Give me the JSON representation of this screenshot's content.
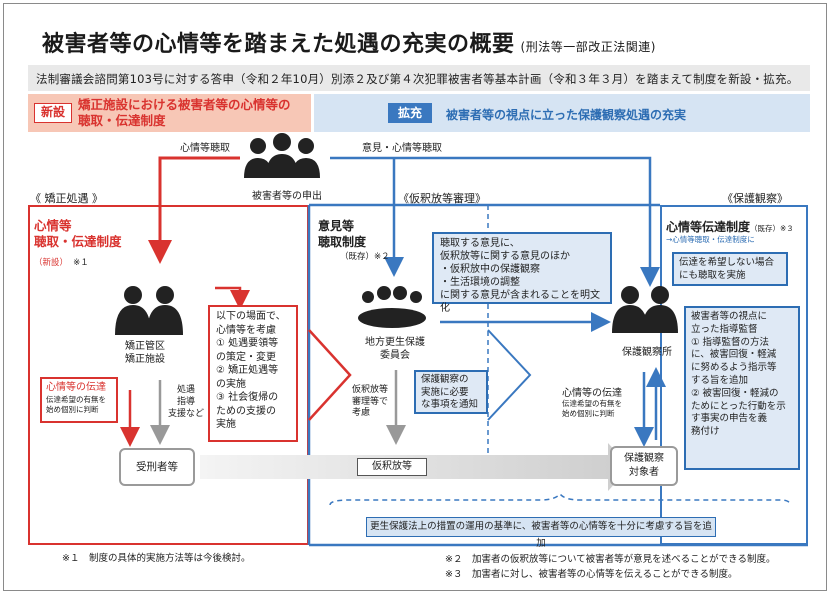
{
  "title": {
    "main": "被害者等の心情等を踏まえた処遇の充実の概要",
    "sub": "(刑法等一部改正法関連)"
  },
  "basis": "法制審議会諮問第103号に対する答申（令和２年10月）別添２及び第４次犯罪被害者等基本計画（令和３年３月）を踏まえて制度を新設・拡充。",
  "new": {
    "tag": "新設",
    "text1": "矯正施設における被害者等の心情等の",
    "text2": "聴取・伝達制度"
  },
  "expand": {
    "tag": "拡充",
    "text": "被害者等の視点に立った保護観察処遇の充実"
  },
  "victim": {
    "label": "被害者等の申出",
    "left_arrow": "心情等聴取",
    "right_arrow": "意見・心情等聴取"
  },
  "sections": {
    "correction": "《 矯正処遇 》",
    "parole": "《仮釈放等審理》",
    "probation": "《保護観察》"
  },
  "red": {
    "h1": "心情等",
    "h2": "聴取・伝達制度",
    "h_new": "（新設）",
    "h_note": "※１",
    "facility_1": "矯正管区",
    "facility_2": "矯正施設",
    "scenes": [
      "以下の場面で、",
      "心情等を考慮",
      "① 処遇要領等",
      "の策定・変更",
      "② 矯正処遇等",
      "の実施",
      "③ 社会復帰の",
      "ための支援の",
      "実施"
    ],
    "convey_h": "心情等の伝達",
    "convey_1": "伝達希望の有無を",
    "convey_2": "始め個別に判断",
    "guide": [
      "処遇",
      "指導",
      "支援など"
    ],
    "inmate": "受刑者等"
  },
  "parole": {
    "h1": "意見等",
    "h2": "聴取制度",
    "h_note": "（既存）※２",
    "info": [
      "聴取する意見に、",
      "仮釈放等に関する意見のほか",
      "・仮釈放中の保護観察",
      "・生活環境の調整",
      "に関する意見が含まれることを明文化"
    ],
    "board_1": "地方更生保護",
    "board_2": "委員会",
    "notify": [
      "保護観察の",
      "実施に必要",
      "な事項を通知"
    ],
    "review": [
      "仮釈放等",
      "審理等で",
      "考慮"
    ],
    "release": "仮釈放等"
  },
  "probation": {
    "h": "心情等伝達制度",
    "h_note": "（既存）※３",
    "sub": "→心情等聴取・伝達制度に",
    "no_convey": [
      "伝達を希望しない場合",
      "にも聴取を実施"
    ],
    "office": "保護観察所",
    "supervise": [
      "被害者等の視点に",
      "立った指導監督",
      "① 指導監督の方法",
      "に、被害回復・軽減",
      "に努めるよう指示等",
      "する旨を追加",
      "② 被害回復・軽減の",
      "ためにとった行動を示",
      "す事実の申告を義",
      "務付け"
    ],
    "convey_h": "心情等の伝達",
    "convey_1": "伝達希望の有無を",
    "convey_2": "始め個別に判断",
    "subject_1": "保護観察",
    "subject_2": "対象者"
  },
  "bottom_box": "更生保護法上の措置の運用の基準に、被害者等の心情等を十分に考慮する旨を追加",
  "notes": {
    "n1": "※１　制度の具体的実施方法等は今後検討。",
    "n2": "※２　加害者の仮釈放等について被害者等が意見を述べることができる制度。",
    "n3": "※３　加害者に対し、被害者等の心情等を伝えることができる制度。"
  },
  "colors": {
    "red": "#d9332f",
    "blue": "#3a78c0",
    "pink_bg": "#f7c7b6",
    "blue_bg": "#d6e4f3"
  }
}
